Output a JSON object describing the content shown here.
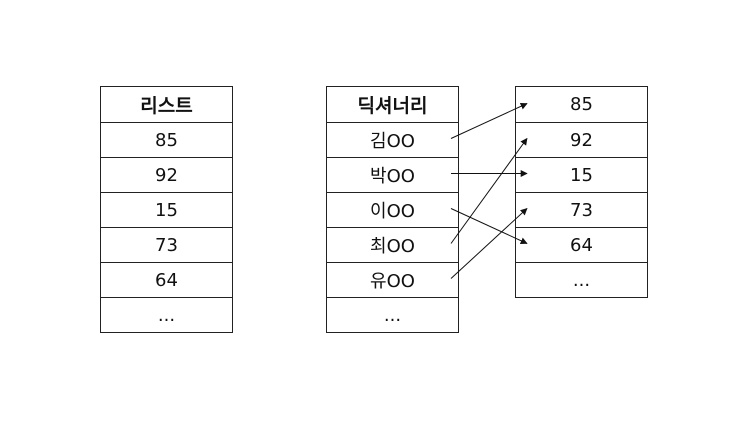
{
  "list": {
    "header": "리스트",
    "items": [
      "85",
      "92",
      "15",
      "73",
      "64",
      "..."
    ]
  },
  "dictionary": {
    "header": "딕셔너리",
    "keys": [
      "김OO",
      "박OO",
      "이OO",
      "최OO",
      "유OO",
      "..."
    ]
  },
  "values": {
    "items": [
      "85",
      "92",
      "15",
      "73",
      "64",
      "..."
    ]
  },
  "mapping": [
    0,
    2,
    4,
    1,
    3
  ]
}
